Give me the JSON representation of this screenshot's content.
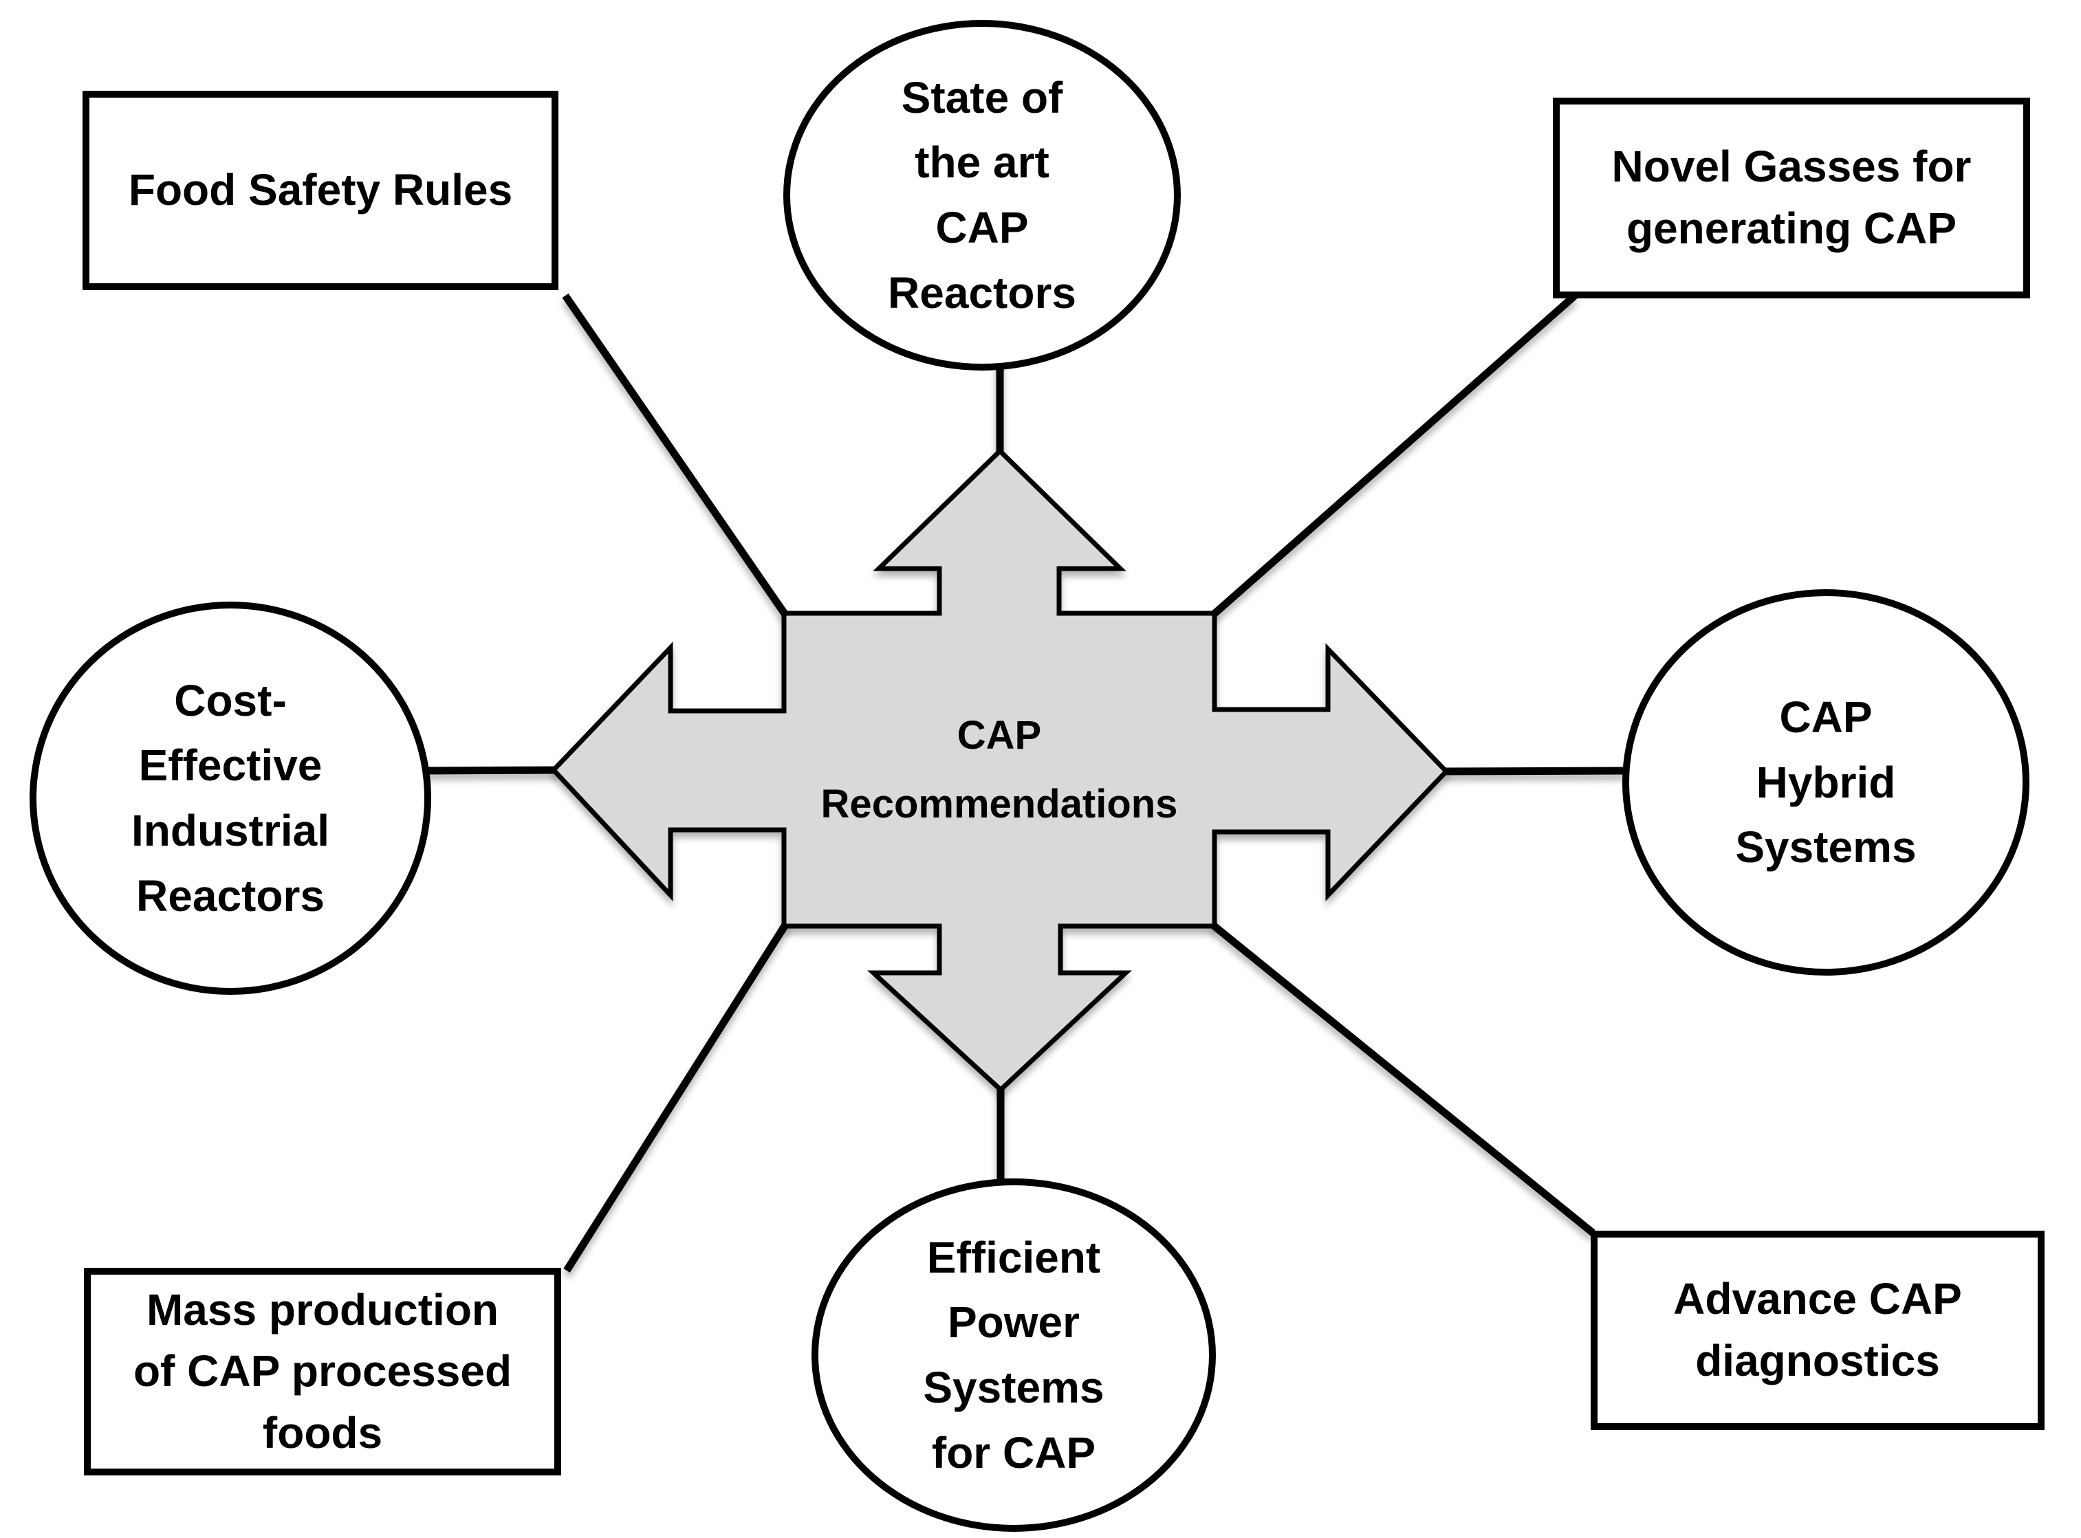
{
  "figure": {
    "background": "#ffffff",
    "stroke_color": "#000000",
    "arrow_fill": "#d9d9d9",
    "center": {
      "label": "CAP\nRecommendations"
    },
    "nodes": {
      "food_safety": {
        "shape": "rectangle",
        "label": "Food Safety Rules"
      },
      "state_of_art": {
        "shape": "ellipse",
        "label": "State of\nthe art\nCAP\nReactors"
      },
      "novel_gasses": {
        "shape": "rectangle",
        "label": "Novel Gasses for\ngenerating CAP"
      },
      "cost_effective": {
        "shape": "ellipse",
        "label": "Cost-\nEffective\nIndustrial\nReactors"
      },
      "cap_hybrid": {
        "shape": "ellipse",
        "label": "CAP\nHybrid\nSystems"
      },
      "mass_production": {
        "shape": "rectangle",
        "label": "Mass production\nof CAP processed\nfoods"
      },
      "efficient_power": {
        "shape": "ellipse",
        "label": "Efficient\nPower\nSystems\nfor CAP"
      },
      "advance_diagnostics": {
        "shape": "rectangle",
        "label": "Advance CAP\ndiagnostics"
      }
    }
  }
}
